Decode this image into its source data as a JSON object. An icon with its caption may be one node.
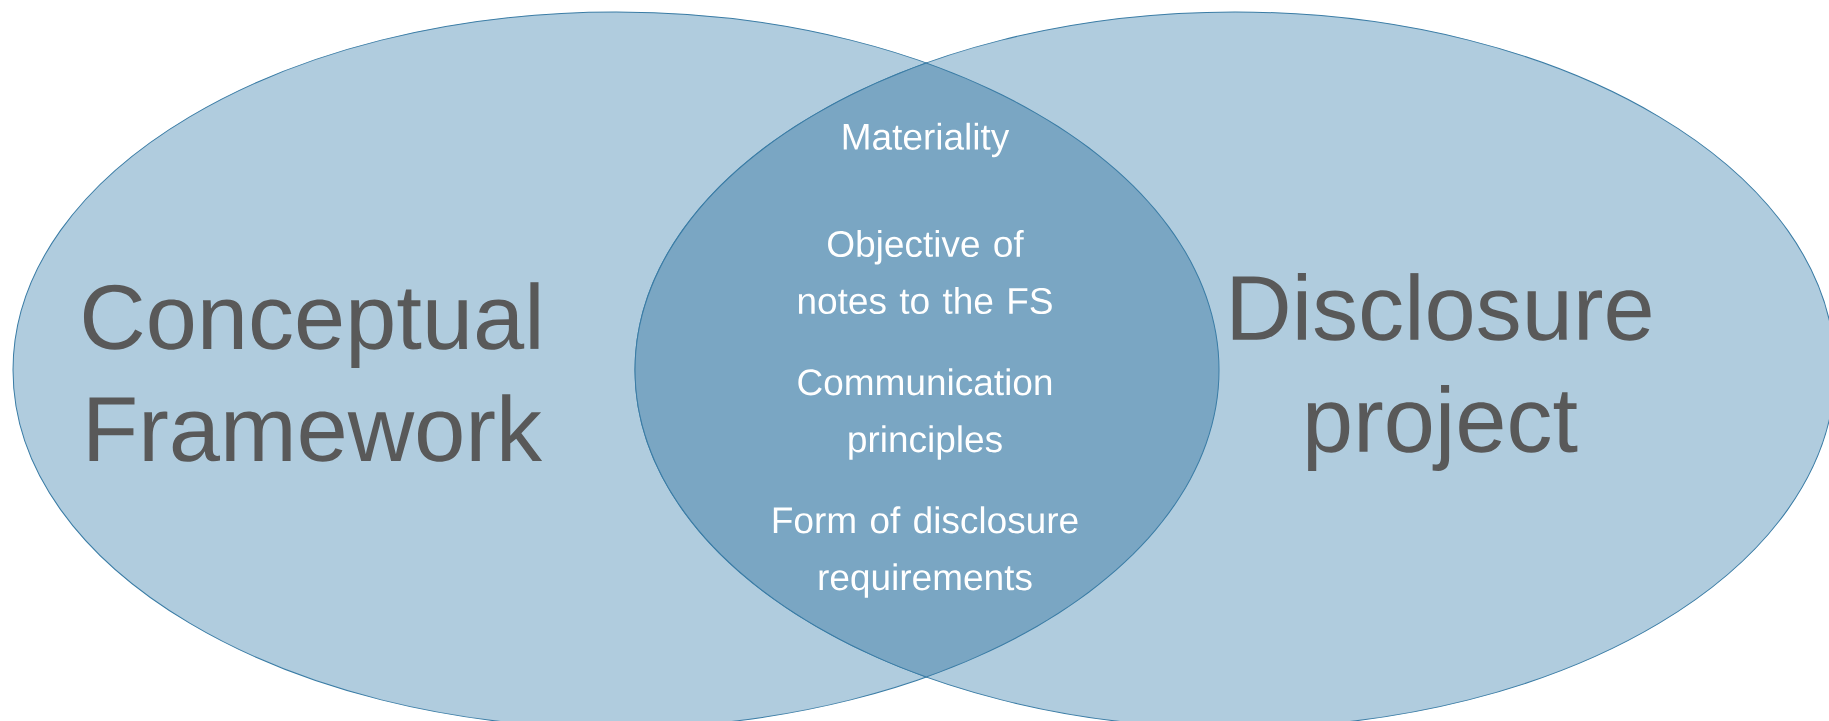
{
  "diagram": {
    "nodes": [
      {
        "text": [
          "Conceptual Framework"
        ]
      },
      {
        "text": [
          "Disclosure project"
        ]
      },
      {
        "text": [
          "Materiality",
          "Objective of notes to the FS",
          "Communication principles",
          "Form of disclosure requirements"
        ]
      }
    ]
  }
}
